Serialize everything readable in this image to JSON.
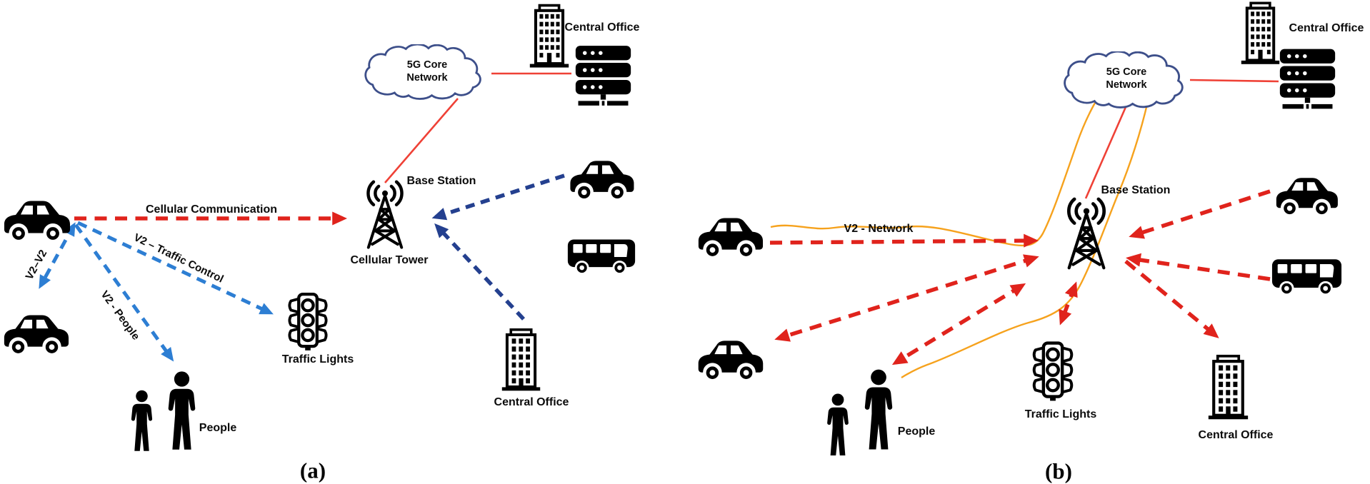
{
  "colors": {
    "red_dashed": "#e0231c",
    "red_solid": "#ef4136",
    "blue_dashed": "#2d7ed3",
    "navy_dashed": "#24408f",
    "orange_line": "#f6a21d",
    "cloud_outline": "#3d4f8a",
    "icon_black": "#000000"
  },
  "figure_a": {
    "caption": "(a)",
    "cloud": {
      "line1": "5G Core",
      "line2": "Network"
    },
    "labels": {
      "cellular_communication": "Cellular Communication",
      "v2_v2": "V2–V2",
      "v2_traffic_control": "V2 – Traffic Control",
      "v2_people": "V2 - People",
      "base_station": "Base Station",
      "cellular_tower": "Cellular Tower",
      "central_office_top": "Central Office",
      "central_office_bottom": "Central Office",
      "traffic_lights": "Traffic Lights",
      "people": "People"
    }
  },
  "figure_b": {
    "caption": "(b)",
    "cloud": {
      "line1": "5G Core",
      "line2": "Network"
    },
    "labels": {
      "v2_network": "V2 - Network",
      "base_station": "Base Station",
      "central_office_top": "Central Office",
      "central_office_bottom": "Central Office",
      "traffic_lights": "Traffic Lights",
      "people": "People"
    }
  }
}
